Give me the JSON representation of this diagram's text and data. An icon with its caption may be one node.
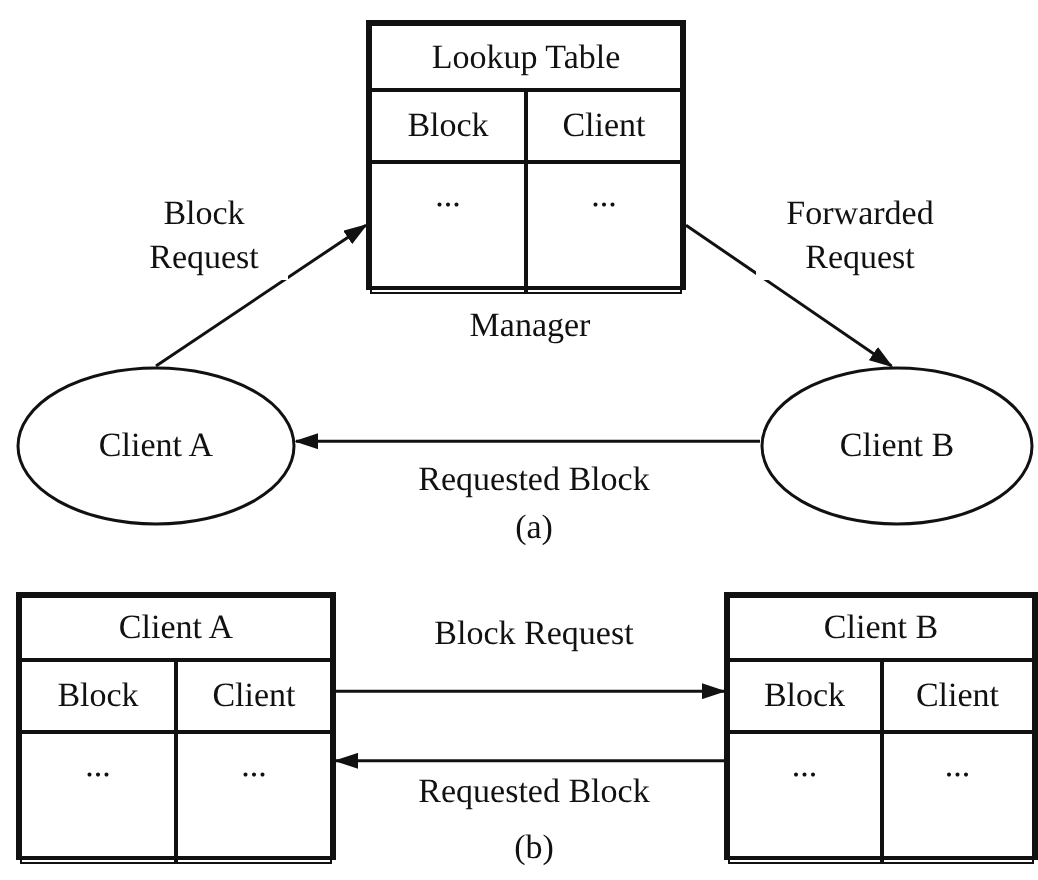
{
  "diagram": {
    "nodes": [
      {
        "text": [
          "Lookup Table",
          "Block",
          "Client",
          "...",
          "..."
        ],
        "beside": [
          "Manager"
        ]
      },
      {
        "text": [
          "Client A"
        ]
      },
      {
        "text": [
          "Client B"
        ]
      },
      {
        "text": [
          "Client A",
          "Block",
          "Client",
          "...",
          "..."
        ]
      },
      {
        "text": [
          "Client B",
          "Block",
          "Client",
          "...",
          "..."
        ]
      }
    ],
    "edges": [
      {
        "from": 1,
        "to": 0,
        "arrow": "to",
        "label": "Block Request"
      },
      {
        "from": 0,
        "to": 2,
        "arrow": "to",
        "label": "Forwarded Request"
      },
      {
        "from": 2,
        "to": 1,
        "arrow": "to",
        "label": "Requested Block"
      },
      {
        "from": 3,
        "to": 4,
        "arrow": "to",
        "label": "Block Request"
      },
      {
        "from": 4,
        "to": 3,
        "arrow": "to",
        "label": "Requested Block"
      }
    ],
    "labels": [
      "(a)",
      "(b)"
    ]
  }
}
